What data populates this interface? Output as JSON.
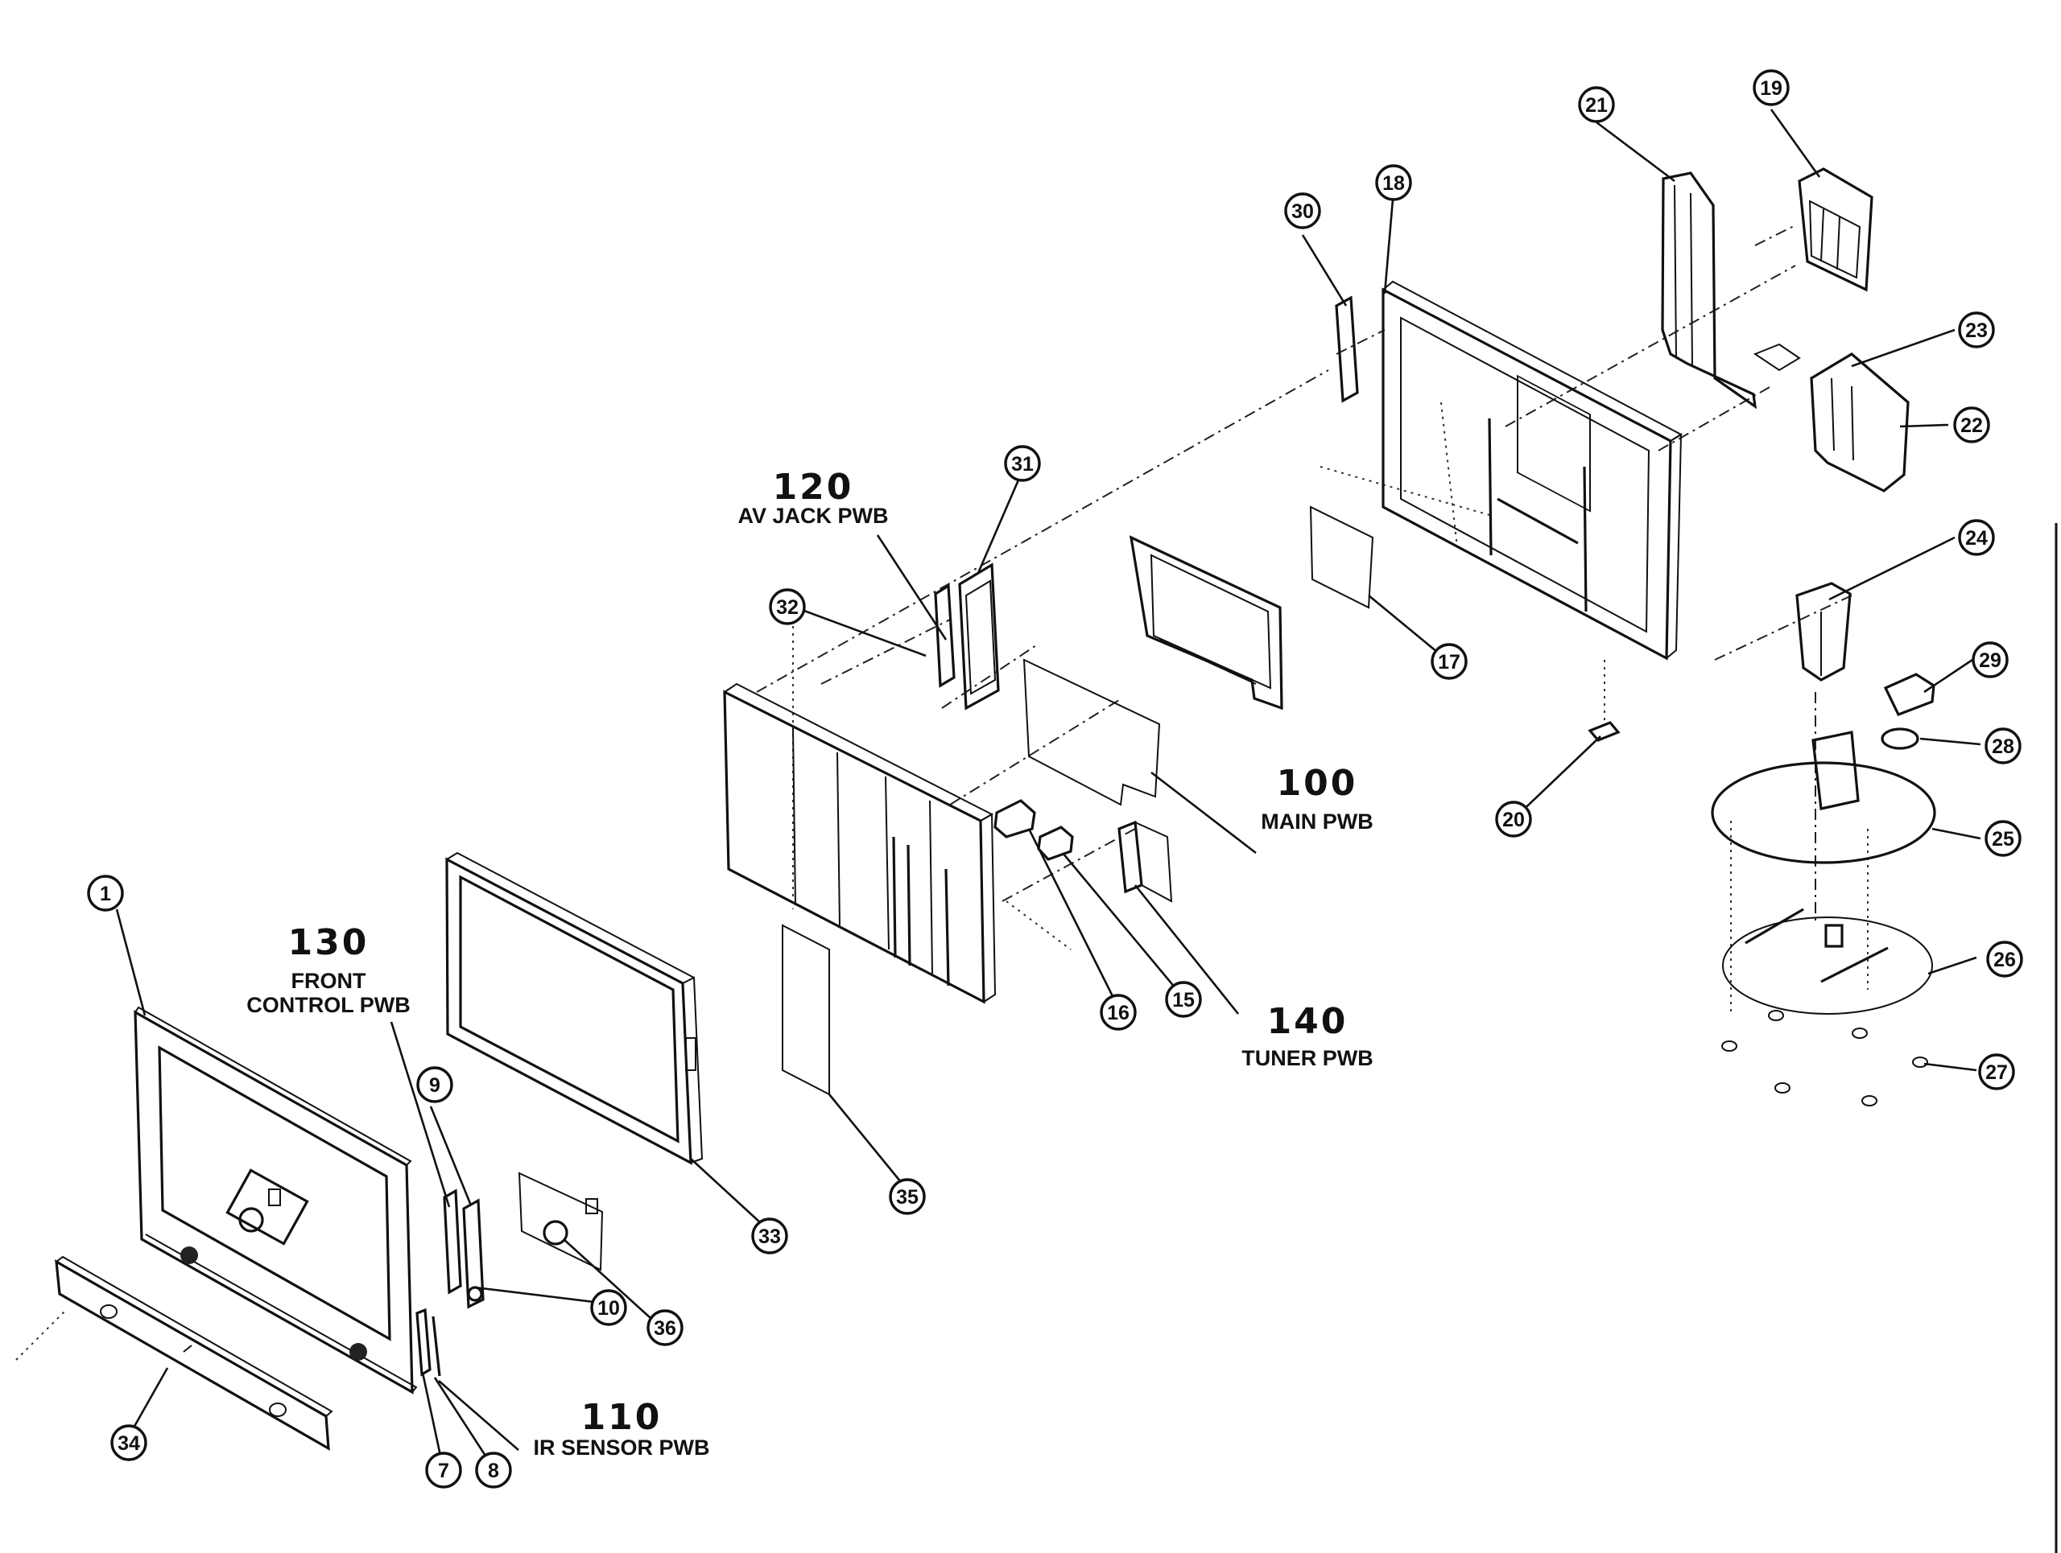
{
  "pwb_labels": [
    {
      "id": "130",
      "name_line1": "FRONT",
      "name_line2": "CONTROL PWB"
    },
    {
      "id": "120",
      "name_line1": "AV JACK PWB"
    },
    {
      "id": "100",
      "name_line1": "MAIN PWB"
    },
    {
      "id": "140",
      "name_line1": "TUNER PWB"
    },
    {
      "id": "110",
      "name_line1": "IR SENSOR PWB"
    }
  ],
  "callouts": [
    "1",
    "7",
    "8",
    "9",
    "10",
    "15",
    "16",
    "17",
    "18",
    "19",
    "20",
    "21",
    "22",
    "23",
    "24",
    "25",
    "26",
    "27",
    "28",
    "29",
    "30",
    "31",
    "32",
    "33",
    "34",
    "35",
    "36"
  ]
}
